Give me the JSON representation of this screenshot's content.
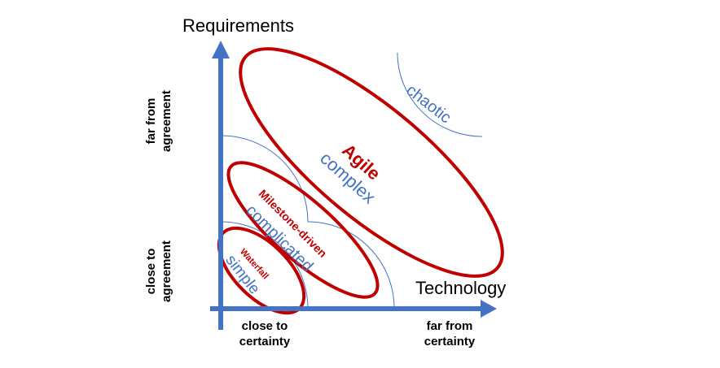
{
  "axes": {
    "y_title": "Requirements",
    "x_title": "Technology",
    "y_low": "close to agreement",
    "y_high": "far from agreement",
    "x_low": "close to certainty",
    "x_high": "far from certainty"
  },
  "zones": {
    "simple": "simple",
    "complicated": "complicated",
    "complex": "complex",
    "chaotic": "chaotic"
  },
  "methods": {
    "waterfall": "Waterfall",
    "milestone": "Milestone-driven",
    "agile": "Agile"
  },
  "colors": {
    "axis": "#4472c4",
    "method": "#c00000",
    "zone": "#4472c4"
  }
}
